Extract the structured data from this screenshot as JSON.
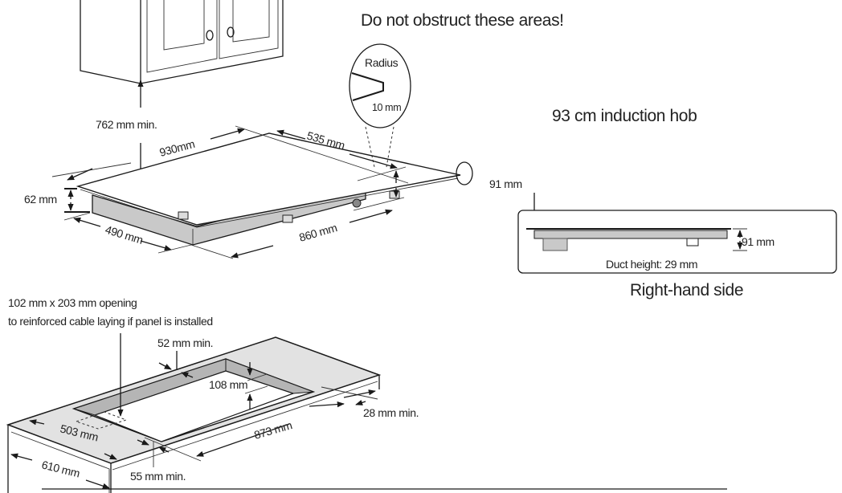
{
  "headings": {
    "warning": "Do not obstruct these areas!",
    "product": "93 cm induction hob",
    "side_view": "Right-hand side"
  },
  "detail": {
    "radius_label": "Radius",
    "radius_value": "10 mm"
  },
  "hob_dimensions": {
    "clearance": "762 mm min.",
    "width": "930mm",
    "depth": "535 mm",
    "height_total": "91 mm",
    "height_body": "62 mm",
    "body_depth": "490 mm",
    "body_width": "860 mm"
  },
  "side_view": {
    "height": "91 mm",
    "duct": "Duct height: 29 mm"
  },
  "cutout": {
    "note_line1": "102 mm x 203 mm opening",
    "note_line2": "to reinforced cable laying if panel is installed",
    "back_clearance": "52 mm min.",
    "cut_depth_front": "108 mm",
    "cut_width": "873 mm",
    "cut_depth": "503 mm",
    "side_clearance": "28 mm min.",
    "front_clearance": "55 mm min.",
    "worktop_depth": "610 mm"
  }
}
